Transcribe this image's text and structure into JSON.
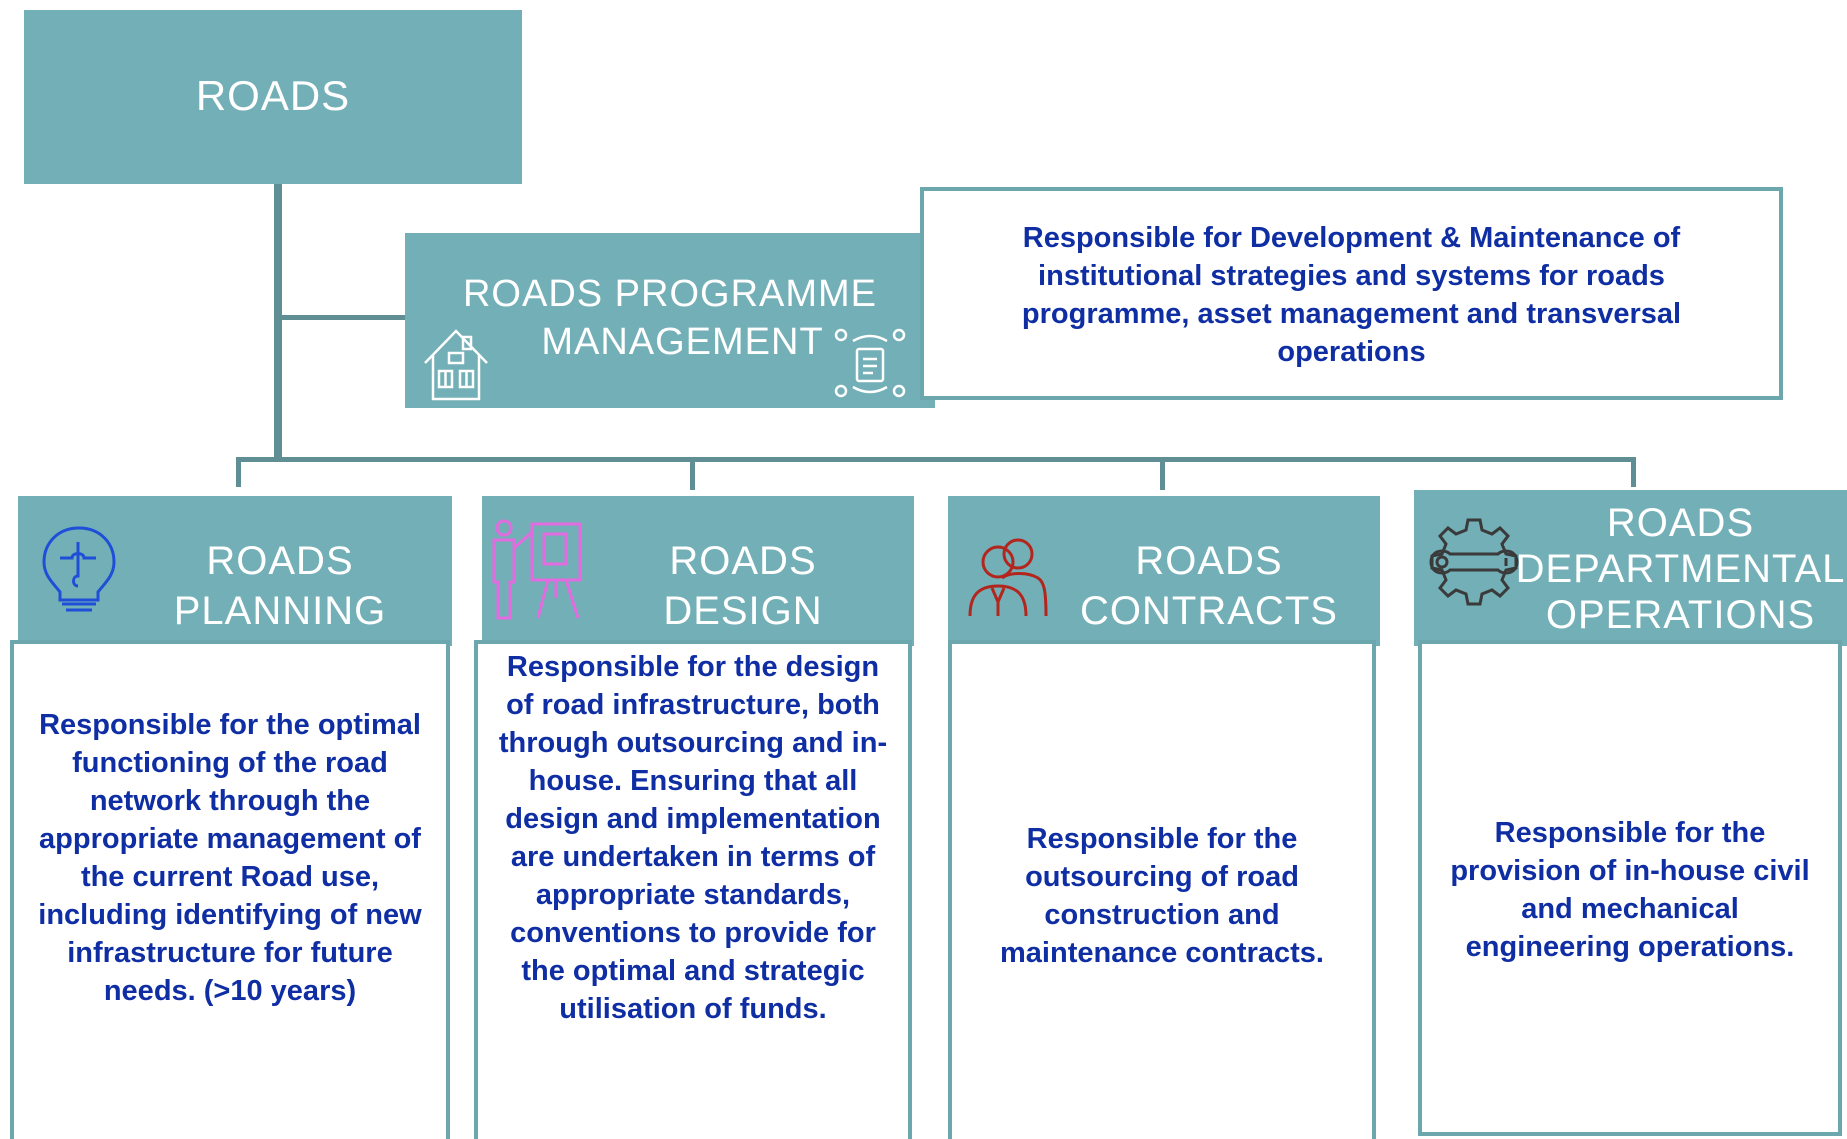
{
  "root": {
    "title": "ROADS"
  },
  "programme": {
    "title_line1": "ROADS PROGRAMME",
    "title_line2": "MANAGEMENT",
    "description": "Responsible for Development  & Maintenance of institutional strategies and systems for roads programme, asset management and transversal operations"
  },
  "units": [
    {
      "title_line1": "ROADS",
      "title_line2": "PLANNING",
      "icon": "lightbulb-puzzle-icon",
      "description": "Responsible for the optimal functioning of the road network through the appropriate management of the current Road use, including identifying of new infrastructure for future needs. (>10 years)"
    },
    {
      "title_line1": "ROADS",
      "title_line2": "DESIGN",
      "icon": "presenter-easel-icon",
      "description": "Responsible for the design of road infrastructure, both through outsourcing and in-house. Ensuring that all design and implementation are undertaken in terms of appropriate standards, conventions to provide for the optimal and strategic utilisation of funds."
    },
    {
      "title_line1": "ROADS",
      "title_line2": "CONTRACTS",
      "icon": "people-icon",
      "description": "Responsible for the outsourcing of road construction and maintenance contracts."
    },
    {
      "title_line1": "ROADS",
      "title_line2": "DEPARTMENTAL",
      "title_line3": "OPERATIONS",
      "icon": "gear-wrench-icon",
      "description": "Responsible for the provision of in-house civil and mechanical engineering operations."
    }
  ],
  "colors": {
    "teal": "#73afb6",
    "border": "#6ba7ad",
    "text_blue": "#0f2ea3",
    "icon_blue": "#1f4fd8",
    "icon_pink": "#e36be0",
    "icon_red": "#b3261e",
    "icon_dark": "#3a3a3a"
  }
}
